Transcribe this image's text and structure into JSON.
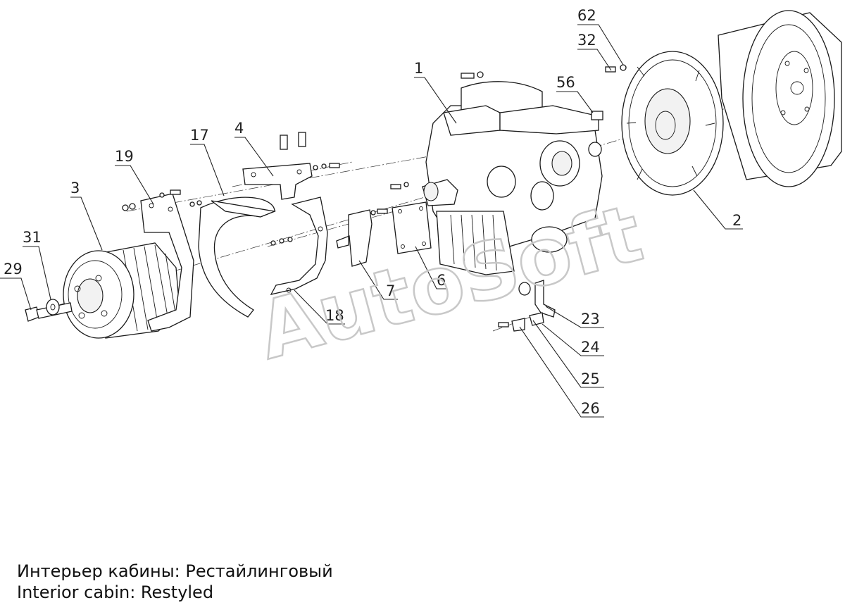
{
  "diagram": {
    "watermark": "AutoSoft",
    "callouts": [
      "62",
      "32",
      "56",
      "1",
      "2",
      "4",
      "17",
      "19",
      "3",
      "31",
      "29",
      "18",
      "7",
      "6",
      "23",
      "24",
      "25",
      "26"
    ]
  },
  "caption": {
    "ru": "Интерьер кабины: Рестайлинговый",
    "en": "Interior cabin: Restyled"
  }
}
